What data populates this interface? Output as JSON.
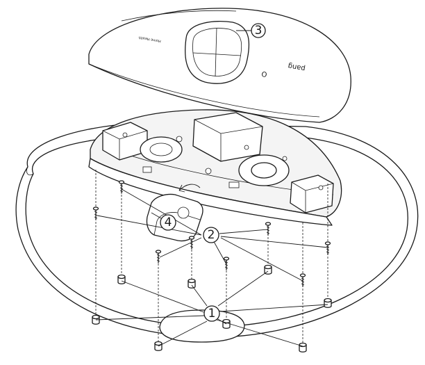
{
  "diagram": {
    "callouts": [
      {
        "number": "1",
        "part": "rubber-feet"
      },
      {
        "number": "2",
        "part": "screws"
      },
      {
        "number": "3",
        "part": "top-cover"
      },
      {
        "number": "4",
        "part": "module"
      }
    ],
    "cover_text": {
      "brand_mark": "pang",
      "brand_logo_glyph": "O",
      "small_label": "Home Health"
    }
  }
}
